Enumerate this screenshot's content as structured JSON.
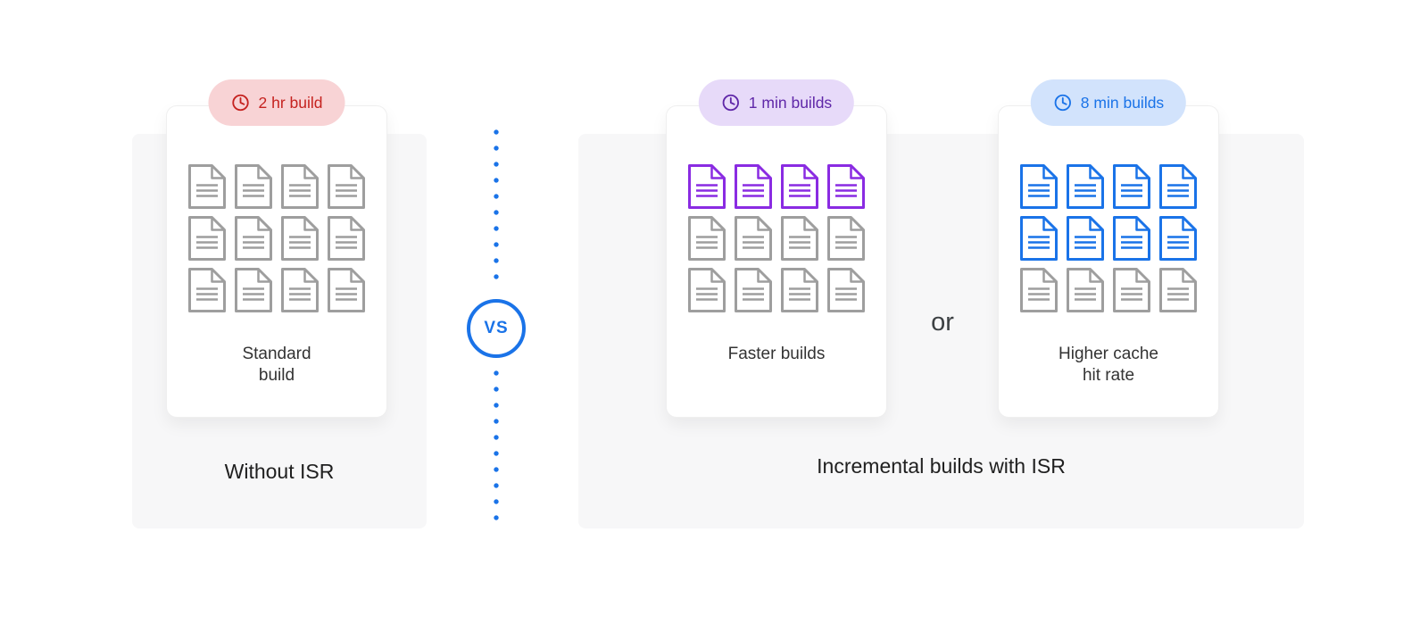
{
  "colors": {
    "red": "#c5221f",
    "red_bg": "#f8d3d5",
    "purple": "#5f27a8",
    "purple_bg": "#e7daf9",
    "purple_doc": "#8a2be2",
    "blue": "#1a73e8",
    "blue_bg": "#d2e3fc",
    "doc_gray": "#9e9e9e",
    "panel_bg": "#f7f7f8"
  },
  "icons": {
    "badge_icon": "clock-icon",
    "grid_icon": "document-icon"
  },
  "divider": {
    "vs_label": "VS"
  },
  "without_isr": {
    "panel_label": "Without ISR",
    "badge_label": "2 hr build",
    "card_label_line1": "Standard",
    "card_label_line2": "build",
    "docs": {
      "rows": 3,
      "cols": 4,
      "colored_rows": 0,
      "accent": "#9e9e9e",
      "gray": "#9e9e9e"
    }
  },
  "with_isr": {
    "panel_label": "Incremental builds with ISR",
    "or_label": "or",
    "faster_builds": {
      "badge_label": "1 min builds",
      "card_label_line1": "Faster builds",
      "docs": {
        "rows": 3,
        "cols": 4,
        "colored_rows": 1,
        "accent": "#8a2be2",
        "gray": "#9e9e9e"
      }
    },
    "higher_cache_hit_rate": {
      "badge_label": "8 min builds",
      "card_label_line1": "Higher cache",
      "card_label_line2": "hit rate",
      "docs": {
        "rows": 3,
        "cols": 4,
        "colored_rows": 2,
        "accent": "#1a73e8",
        "gray": "#9e9e9e"
      }
    }
  }
}
